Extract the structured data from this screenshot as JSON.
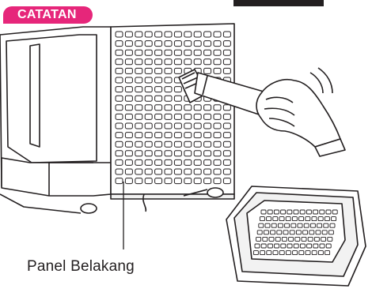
{
  "note": {
    "badge_label": "CATATAN",
    "badge_color": "#e6267a"
  },
  "illustration": {
    "subject": "Pembersihan panel belakang dengan penyedot debu dan baki air",
    "caption": "Panel Belakang"
  },
  "colors": {
    "line": "#231f20",
    "fill_light": "#f2f2f2",
    "fill_white": "#ffffff"
  }
}
